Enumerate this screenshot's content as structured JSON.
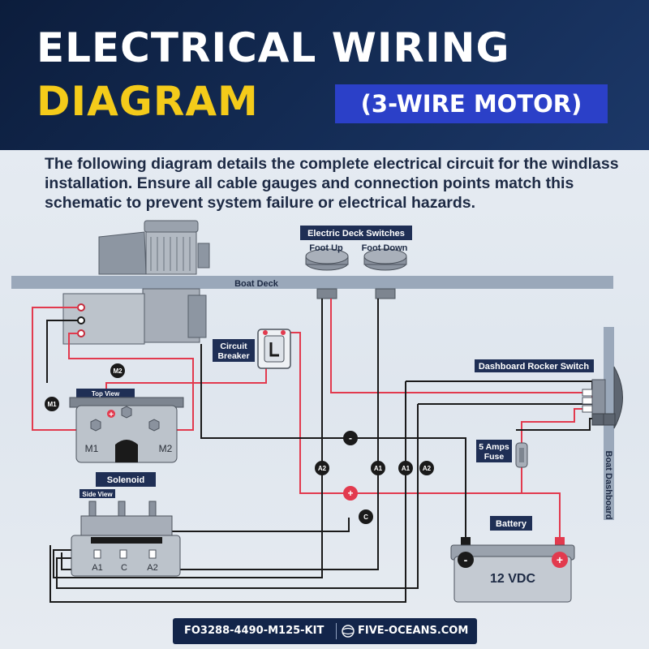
{
  "header": {
    "title_line1": "ELECTRICAL WIRING",
    "title_line2": "DIAGRAM",
    "badge": "(3-WIRE MOTOR)"
  },
  "description": "The following diagram details the complete electrical circuit for the windlass installation. Ensure all cable gauges and connection points match this schematic to prevent system failure or electrical hazards.",
  "labels": {
    "deck_switches": "Electric Deck Switches",
    "foot_up": "Foot Up",
    "foot_down": "Foot Down",
    "boat_deck": "Boat Deck",
    "circuit_breaker_1": "Circuit",
    "circuit_breaker_2": "Breaker",
    "dashboard_switch": "Dashboard Rocker Switch",
    "boat_dashboard": "Boat Dashboard",
    "top_view": "Top View",
    "side_view": "Side View",
    "solenoid": "Solenoid",
    "fuse_1": "5 Amps",
    "fuse_2": "Fuse",
    "battery": "Battery",
    "battery_voltage": "12 VDC"
  },
  "terminals": {
    "m1": "M1",
    "m2": "M2",
    "a1": "A1",
    "a2": "A2",
    "c": "C",
    "plus": "+",
    "minus": "-"
  },
  "footer": {
    "kit": "FO3288-4490-M125-KIT",
    "site": "FIVE-OCEANS.COM"
  },
  "colors": {
    "header_bg": "#0f2347",
    "title_yellow": "#f4cb1a",
    "badge_blue": "#2b40c8",
    "wire_red": "#e23a4e",
    "wire_black": "#1a1a1a",
    "label_box": "#1f2f55"
  }
}
